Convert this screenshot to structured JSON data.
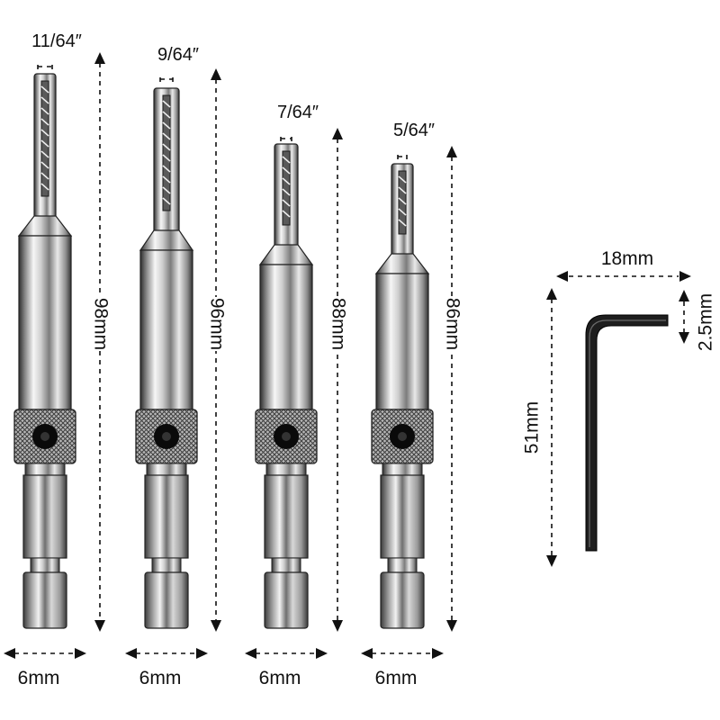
{
  "bits": [
    {
      "name": "bit-11-64",
      "tip_size": "11/64″",
      "length": "98mm",
      "hex_width": "6mm"
    },
    {
      "name": "bit-9-64",
      "tip_size": "9/64″",
      "length": "96mm",
      "hex_width": "6mm"
    },
    {
      "name": "bit-7-64",
      "tip_size": "7/64″",
      "length": "88mm",
      "hex_width": "6mm"
    },
    {
      "name": "bit-5-64",
      "tip_size": "5/64″",
      "length": "86mm",
      "hex_width": "6mm"
    }
  ],
  "hex_key": {
    "width": "18mm",
    "height": "51mm",
    "thickness": "2.5mm"
  },
  "colors": {
    "dimension_lines": "#111111",
    "steel_light": "#f4f4f4",
    "steel_dark": "#3a3a3a",
    "collar_screw": "#0a0a0a",
    "background": "#ffffff"
  }
}
